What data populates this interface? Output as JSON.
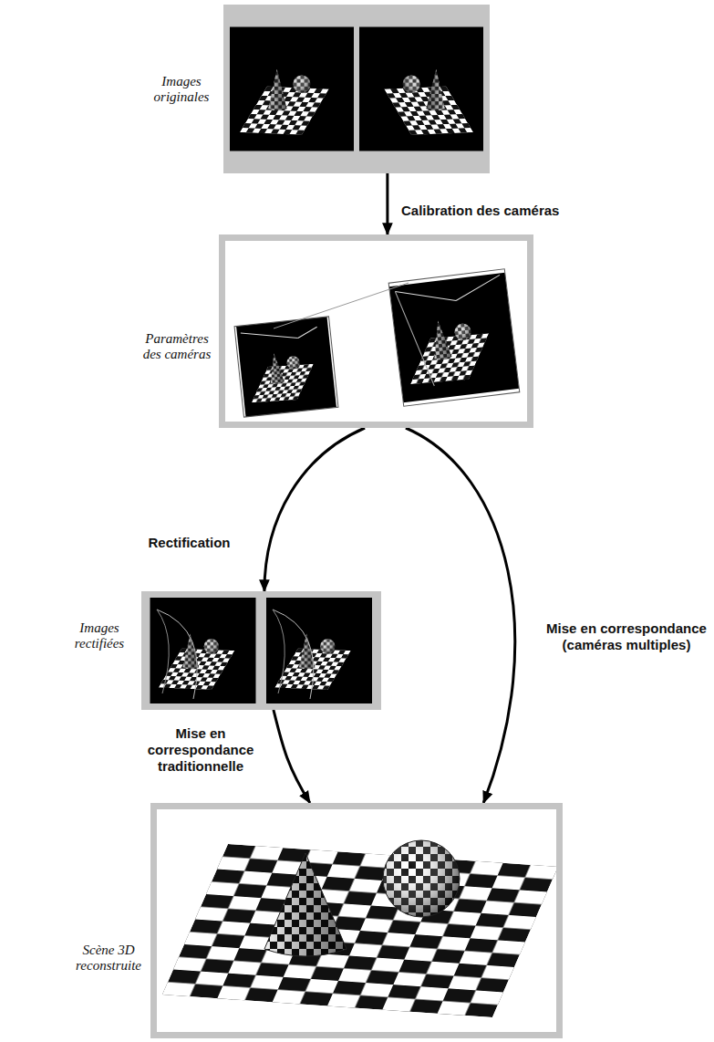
{
  "diagram": {
    "nodes": [
      {
        "text": [
          "Images originales"
        ]
      },
      {
        "text": [
          "Paramètres des caméras"
        ]
      },
      {
        "text": [
          "Images rectifiées"
        ]
      },
      {
        "text": [
          "Scène 3D reconstruite"
        ]
      }
    ],
    "edges": [
      {
        "from": 0,
        "to": 1,
        "label": "Calibration des caméras",
        "arrow": "to"
      },
      {
        "from": 1,
        "to": 2,
        "label": "Rectification",
        "arrow": "to"
      },
      {
        "from": 1,
        "to": 3,
        "label": "Mise en correspondance (caméras multiples)",
        "arrow": "to"
      },
      {
        "from": 2,
        "to": 3,
        "label": "Mise en correspondance traditionnelle",
        "arrow": "to"
      }
    ]
  }
}
